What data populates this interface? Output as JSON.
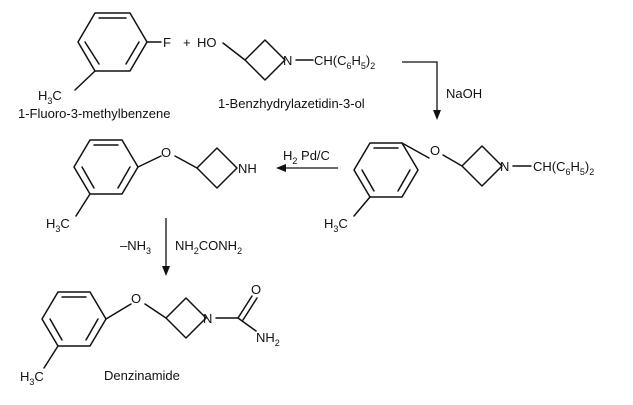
{
  "labels": {
    "f": "F",
    "plus": "+",
    "ho": "HO",
    "n": "N",
    "nh": "NH",
    "o": "O",
    "ch": "CH(C",
    "six": "6",
    "h": "H",
    "five": "5",
    "close": ")",
    "two": "2",
    "h3": "H",
    "three": "3",
    "c": "C",
    "nh2_nh": "NH",
    "nh2_2": "2"
  },
  "names": {
    "fluoro": "1-Fluoro-3-methylbenzene",
    "benzhydryl": "1-Benzhydrylazetidin-3-ol",
    "denzinamide": "Denzinamide"
  },
  "reagents": {
    "naoh": "NaOH",
    "h2pd_h": "H",
    "h2pd_2": "2",
    "h2pd_rest": " Pd/C",
    "nh3_prefix": "–NH",
    "nh3_sub": "3",
    "urea_1": "NH",
    "urea_2": "2",
    "urea_3": "CONH",
    "urea_4": "2"
  }
}
